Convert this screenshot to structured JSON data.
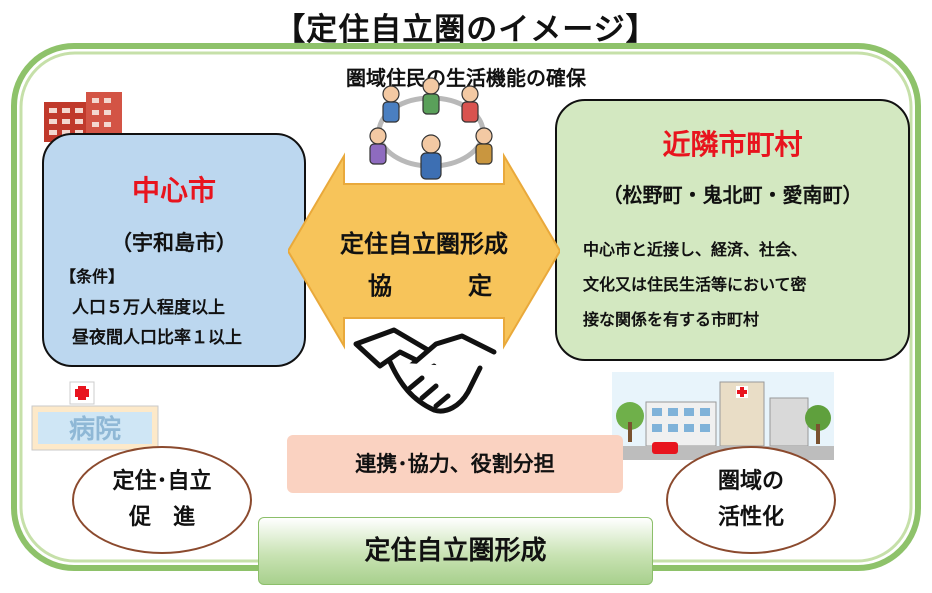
{
  "title": "【定住自立圏のイメージ】",
  "subtitle": "圏域住民の生活機能の確保",
  "center_city": {
    "name": "中心市",
    "city": "（宇和島市）",
    "conditions_heading": "【条件】",
    "conditions": [
      "人口５万人程度以上",
      "昼夜間人口比率１以上"
    ]
  },
  "neighbors": {
    "name": "近隣市町村",
    "towns": "（松野町・鬼北町・愛南町）",
    "description_lines": [
      "中心市と近接し、経済、社会、",
      "文化又は住民生活等において密",
      "接な関係を有する市町村"
    ]
  },
  "agreement": {
    "line1": "定住自立圏形成",
    "line2a": "協",
    "line2b": "定"
  },
  "cooperation": "連携･協力、役割分担",
  "formation": "定住自立圏形成",
  "settle_oval": {
    "line1": "定住･自立",
    "line2": "促　進"
  },
  "activation_oval": {
    "line1": "圏域の",
    "line2": "活性化"
  },
  "hospital_sign": "病院",
  "colors": {
    "accent_red": "#e8141e",
    "left_box": "#bcd7ef",
    "right_box": "#d3e8c1",
    "arrow": "#f7c45a",
    "pink": "#fad2c1",
    "frame_green": "#8ec26a"
  }
}
